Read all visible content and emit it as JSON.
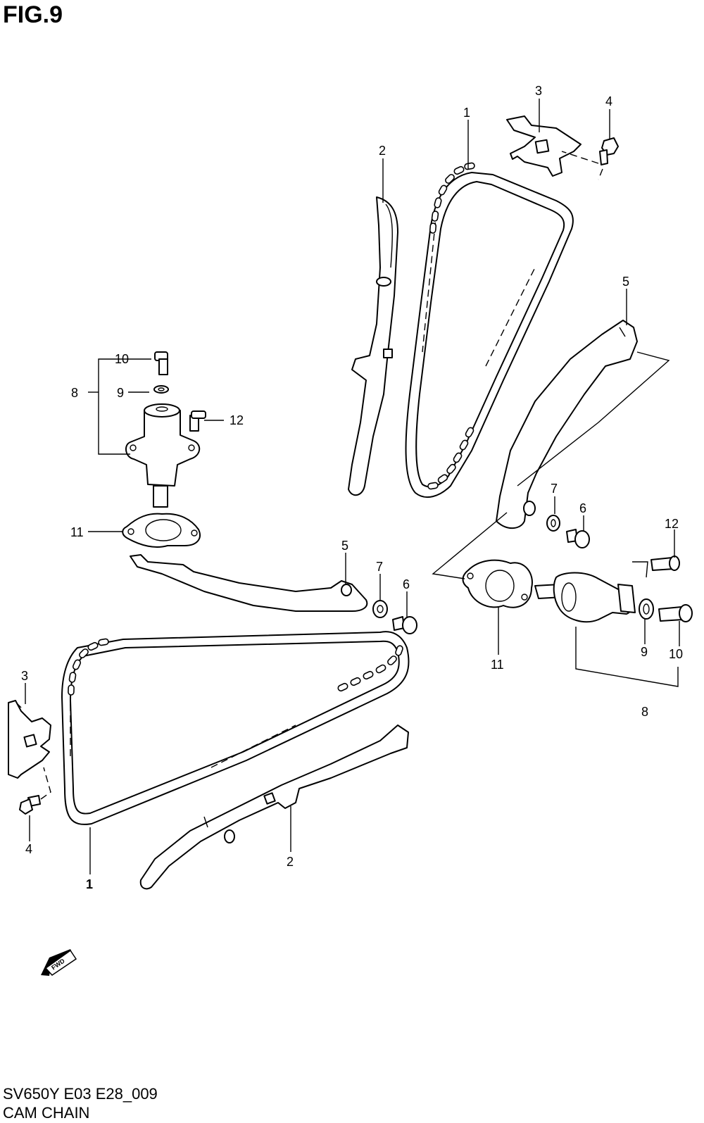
{
  "header": {
    "title": "FIG.9"
  },
  "footer": {
    "code": "SV650Y E03 E28_009",
    "name": "CAM CHAIN"
  },
  "fwd_badge": {
    "label": "FWD"
  },
  "callouts": {
    "n1": "1",
    "n2": "2",
    "n3": "3",
    "n4": "4",
    "n5": "5",
    "n6": "6",
    "n7": "7",
    "n8": "8",
    "n9": "9",
    "n10": "10",
    "n11": "11",
    "n12": "12"
  }
}
